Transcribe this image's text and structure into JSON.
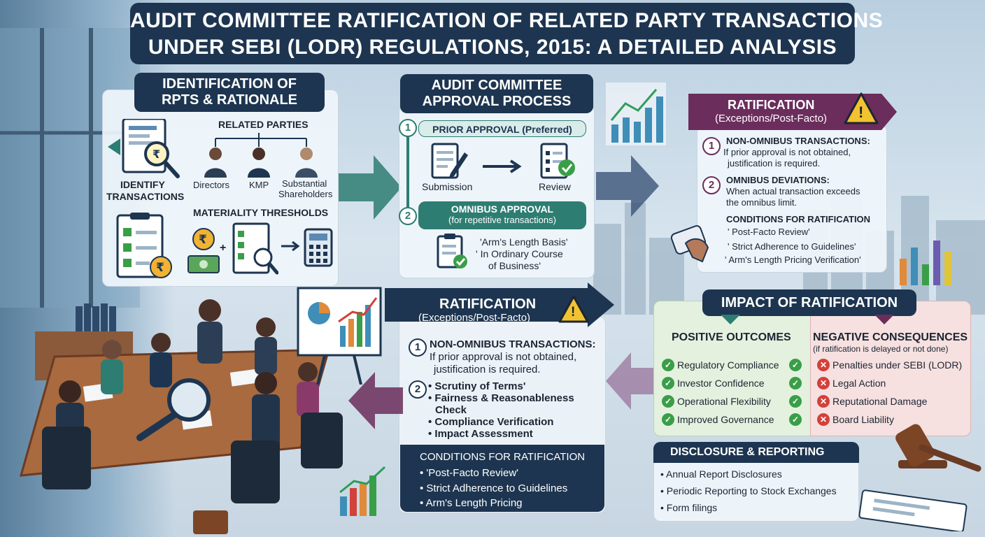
{
  "title": {
    "line1": "AUDIT COMMITTEE RATIFICATION OF RELATED PARTY TRANSACTIONS",
    "line2": "UNDER SEBI (LODR) REGULATIONS, 2015: A DETAILED ANALYSIS"
  },
  "identification": {
    "header_line1": "IDENTIFICATION OF",
    "header_line2": "RPTS & RATIONALE",
    "related_parties": "RELATED PARTIES",
    "parties": [
      "Directors",
      "KMP",
      "Substantial",
      "Shareholders"
    ],
    "identify_line1": "IDENTIFY",
    "identify_line2": "TRANSACTIONS",
    "materiality": "MATERIALITY THRESHOLDS",
    "plus": "+",
    "rupee": "₹"
  },
  "approval": {
    "header_line1": "AUDIT COMMITTEE",
    "header_line2": "APPROVAL PROCESS",
    "step1_num": "1",
    "step1_label": "PRIOR APPROVAL (Preferred)",
    "submission": "Submission",
    "review": "Review",
    "step2_num": "2",
    "step2_label": "OMNIBUS APPROVAL",
    "step2_sub": "(for repetitive transactions)",
    "crit1": "'Arm's Length Basis'",
    "crit2a": "' In Ordinary Course",
    "crit2b": "of Business'"
  },
  "ratification_right": {
    "header_line1": "RATIFICATION",
    "header_line2": "(Exceptions/Post-Facto)",
    "warn": "!",
    "n1": "1",
    "item1_title": "NON-OMNIBUS TRANSACTIONS:",
    "item1_l1": "If prior approval is not obtained,",
    "item1_l2": "justification is required.",
    "n2": "2",
    "item2_title": "OMNIBUS DEVIATIONS:",
    "item2_l1": "When actual transaction exceeds",
    "item2_l2": "the omnibus limit.",
    "conditions": "CONDITIONS FOR RATIFICATION",
    "c1": "' Post-Facto Review'",
    "c2": "' Strict Adherence to Guidelines'",
    "c3": "' Arm's Length Pricing Verification'"
  },
  "ratification_center": {
    "header_line1": "RATIFICATION",
    "header_line2": "(Exceptions/Post-Facto)",
    "warn": "!",
    "n1": "1",
    "item1_title": "NON-OMNIBUS TRANSACTIONS:",
    "item1_l1": "If prior approval is not obtained,",
    "item1_l2": "justification is required.",
    "n2": "2",
    "bullets": [
      "• Scrutiny of Terms'",
      "• Fairness & Reasonableness",
      "Check",
      "• Compliance Verification",
      "• Impact Assessment"
    ],
    "conditions": "CONDITIONS FOR RATIFICATION",
    "c1": "• 'Post-Facto Review'",
    "c2": "• Strict Adherence to Guidelines",
    "c3": "• Arm's Length Pricing"
  },
  "impact": {
    "header": "IMPACT OF RATIFICATION",
    "positive_title": "POSITIVE OUTCOMES",
    "positive": [
      "Regulatory Compliance",
      "Investor Confidence",
      "Operational Flexibility",
      "Improved Governance"
    ],
    "negative_title": "NEGATIVE CONSEQUENCES",
    "negative_sub": "(if ratification is delayed or not done)",
    "negative": [
      "Penalties under SEBI (LODR)",
      "Legal Action",
      "Reputational Damage",
      "Board Liability"
    ],
    "check": "✓",
    "cross": "✕"
  },
  "disclosure": {
    "header": "DISCLOSURE & REPORTING",
    "items": [
      "• Annual Report Disclosures",
      "• Periodic Reporting to Stock Exchanges",
      "• Form filings"
    ]
  },
  "colors": {
    "navy": "#1d3550",
    "teal": "#2e7d72",
    "purple": "#6b2d5c",
    "positive_bg": "#e4f1de",
    "negative_bg": "#f6e0e0",
    "warning": "#f2c230"
  },
  "icons": [
    "document-search-icon",
    "person-icon",
    "checklist-icon",
    "rupee-coin-icon",
    "calculator-icon",
    "pen-document-icon",
    "arrow-right-icon",
    "warning-icon",
    "check-icon",
    "cross-icon",
    "gavel-icon",
    "bar-chart-icon",
    "pie-chart-icon",
    "magnifier-icon"
  ]
}
